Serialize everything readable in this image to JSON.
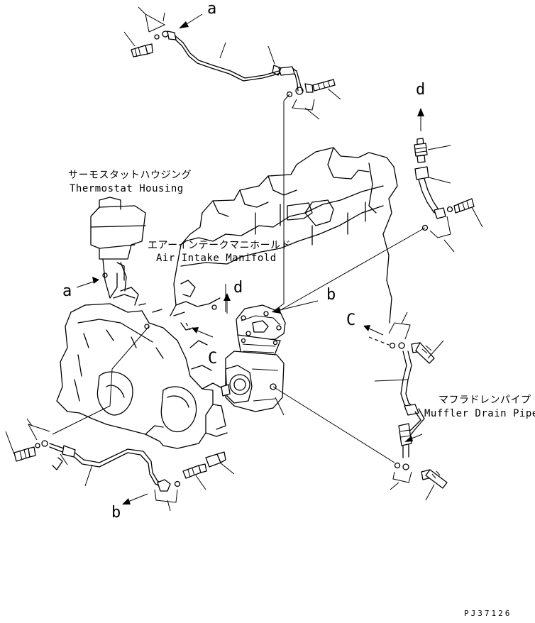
{
  "labels": {
    "thermostat_housing_jp": "サーモスタットハウジング",
    "thermostat_housing_en": "Thermostat Housing",
    "air_intake_manifold_jp": "エアーインテークマニホールド",
    "air_intake_manifold_en": "Air Intake Manifold",
    "muffler_drain_pipe_jp": "マフラドレンパイプ",
    "muffler_drain_pipe_en": "Muffler Drain Pipe"
  },
  "refs": {
    "a": "a",
    "b": "b",
    "c": "C",
    "d": "d"
  },
  "drawing_code": "PJ37126",
  "colors": {
    "ink": "#000000",
    "paper": "#ffffff"
  }
}
